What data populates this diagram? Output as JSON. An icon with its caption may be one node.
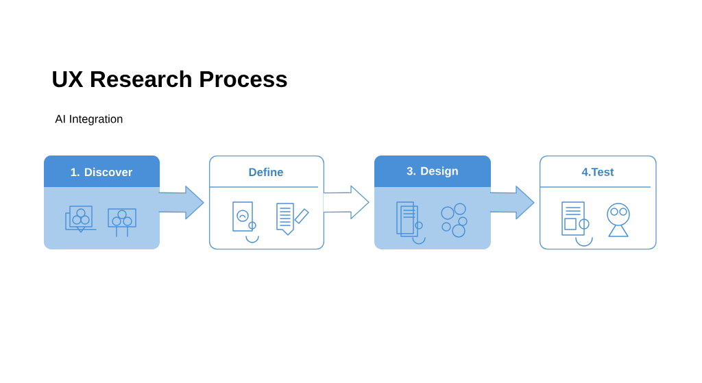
{
  "diagram": {
    "title": "UX Research Process",
    "nodes": [
      {
        "text": [
          "1. Discover"
        ]
      },
      {
        "text": [
          "Define"
        ]
      },
      {
        "text": [
          "3. Design"
        ]
      },
      {
        "text": [
          "4.Test"
        ]
      }
    ],
    "edges": [
      {
        "from": 0,
        "to": 1,
        "arrow": "to"
      },
      {
        "from": 1,
        "to": 2,
        "arrow": "to"
      },
      {
        "from": 2,
        "to": 3,
        "arrow": "to"
      }
    ],
    "labels": [
      "AI Integration"
    ]
  }
}
